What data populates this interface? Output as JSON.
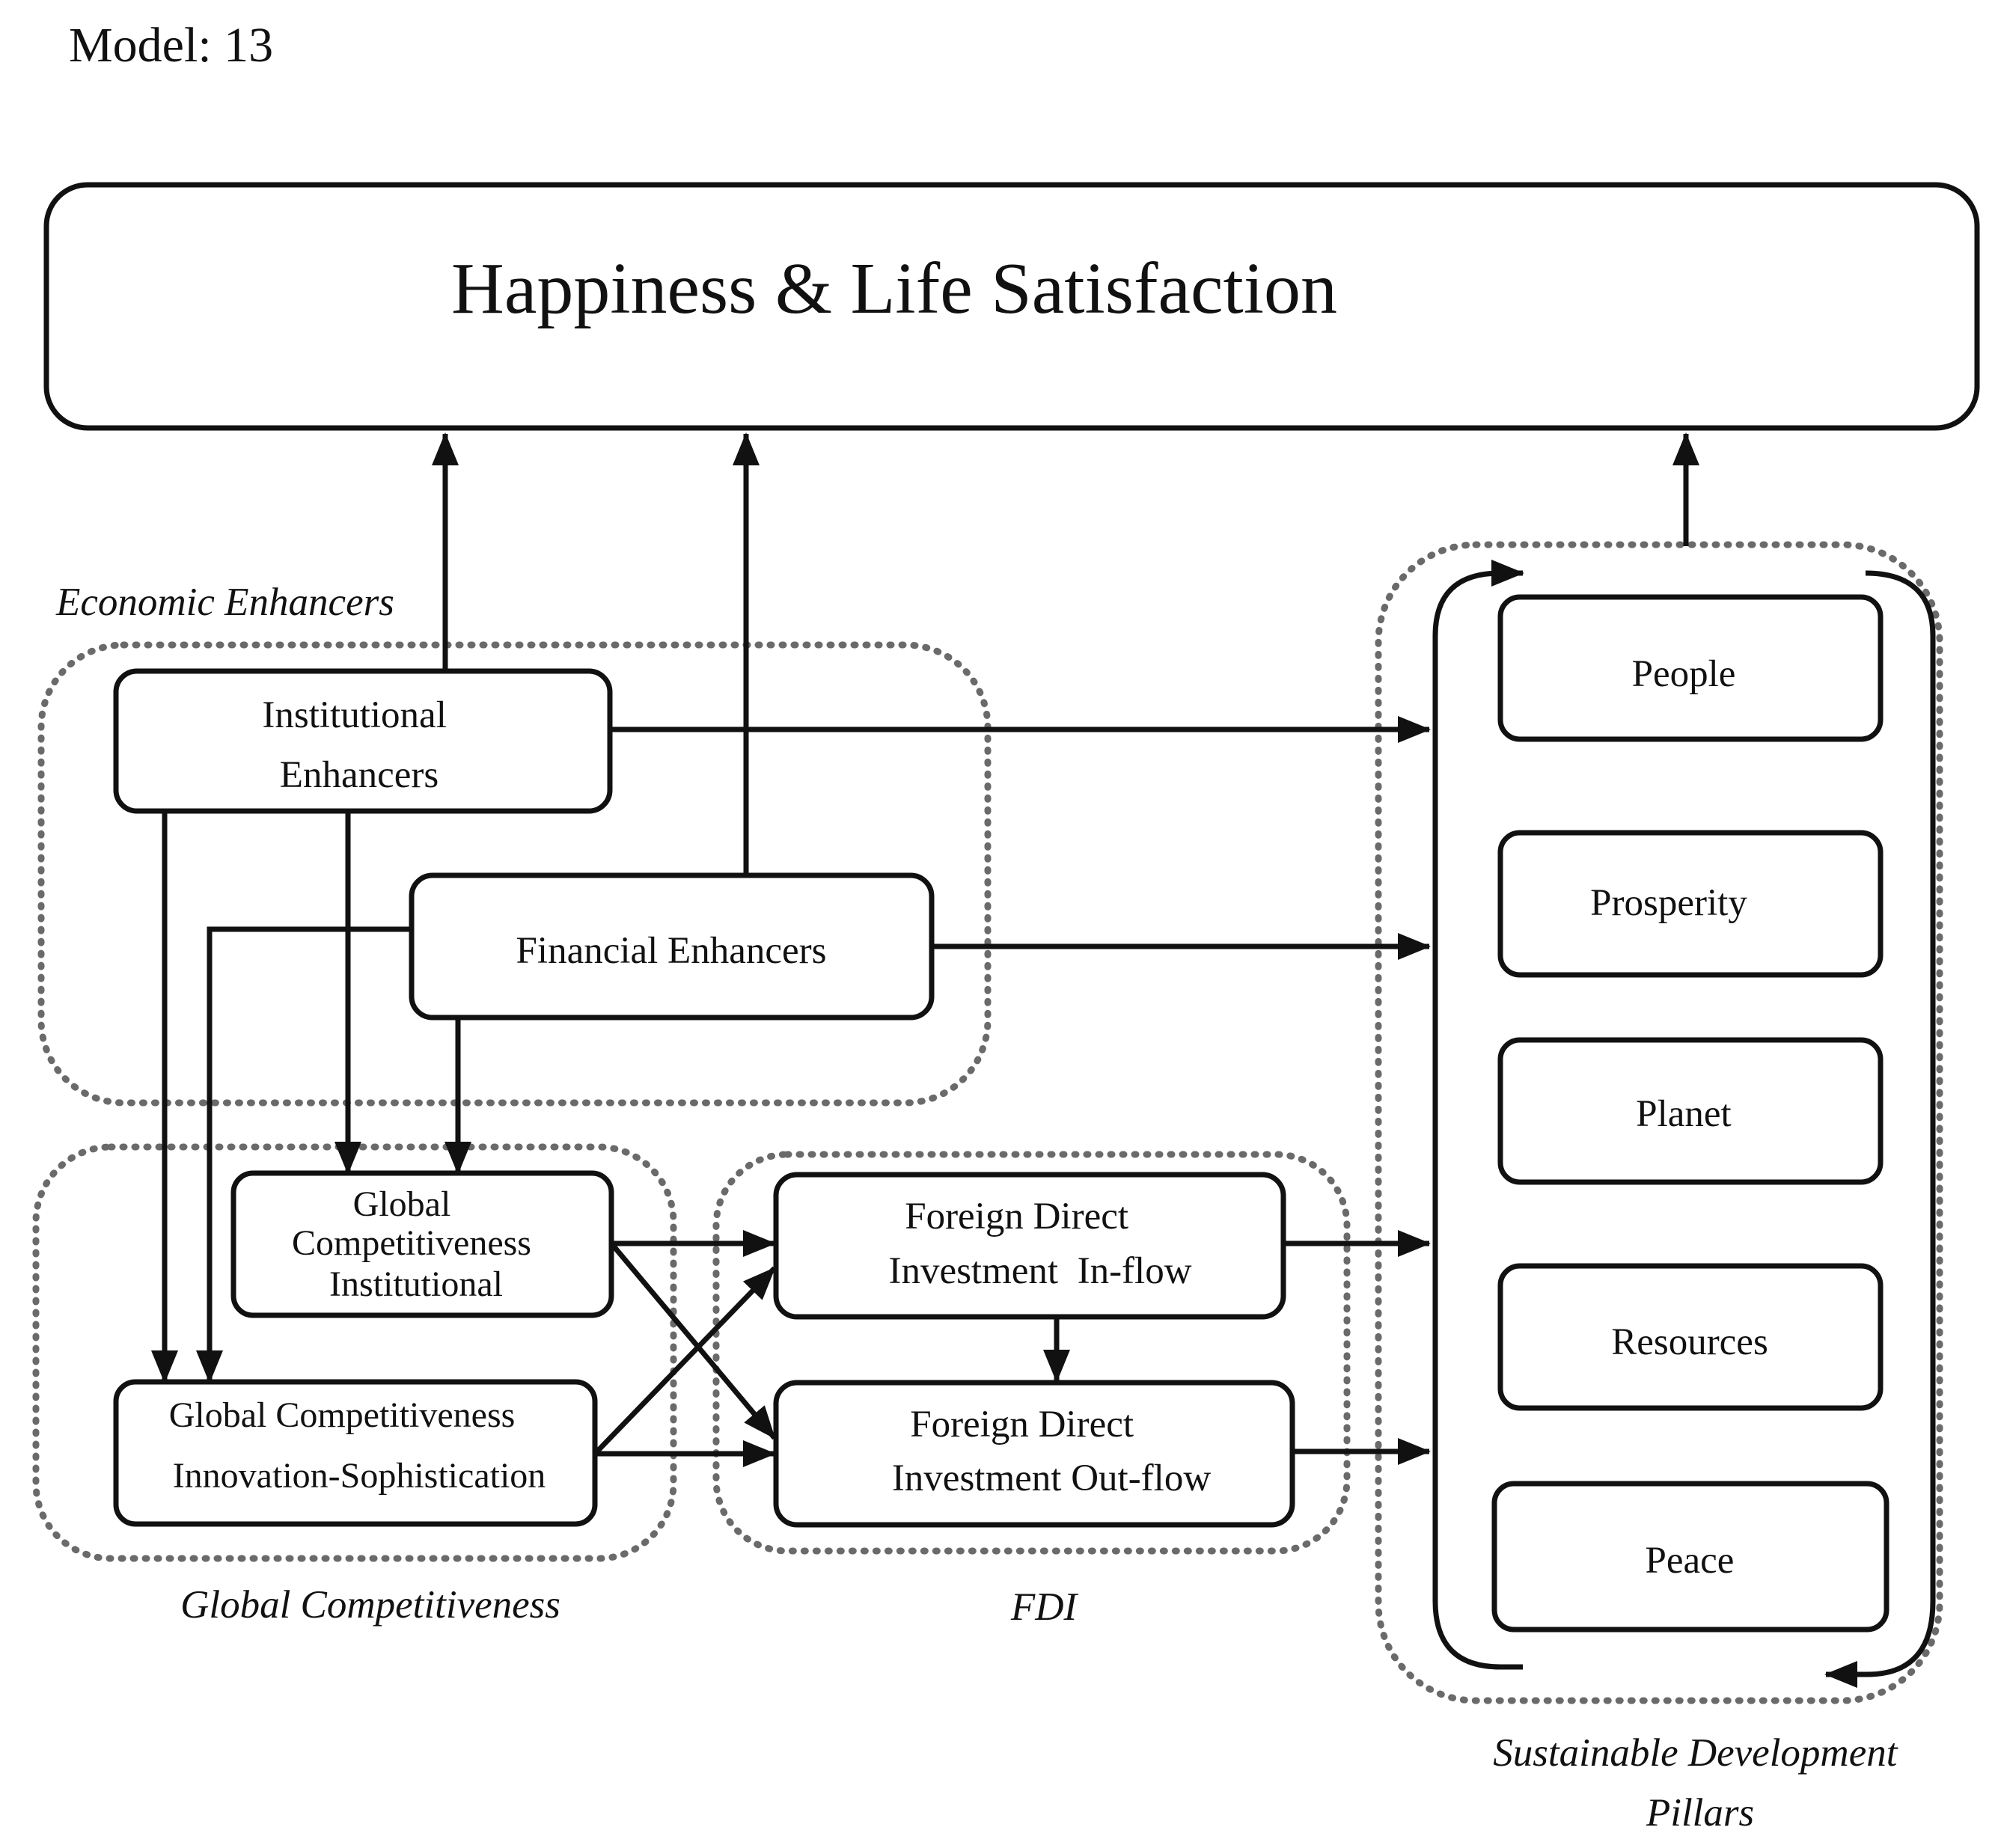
{
  "model_label": "Model: 13",
  "title": "Happiness & Life Satisfaction",
  "groups": {
    "economic": "Economic Enhancers",
    "global": "Global Competitiveness",
    "fdi": "FDI",
    "sdp": [
      "Sustainable Development",
      "Pillars"
    ]
  },
  "nodes": {
    "institutional": [
      "Institutional",
      "Enhancers"
    ],
    "financial": [
      "Financial Enhancers"
    ],
    "gc_institutional": [
      "Global",
      "Competitiveness",
      "Institutional"
    ],
    "gc_innovation": [
      "Global Competitiveness",
      "Innovation-Sophistication"
    ],
    "fdi_inflow": [
      "Foreign Direct",
      "Investment  In-flow"
    ],
    "fdi_outflow": [
      "Foreign Direct",
      "Investment Out-flow"
    ]
  },
  "pillars": [
    "People",
    "Prosperity",
    "Planet",
    "Resources",
    "Peace"
  ],
  "colors": {
    "ink": "#111111",
    "dotted_border": "#6a6a6a",
    "background": "#ffffff"
  }
}
